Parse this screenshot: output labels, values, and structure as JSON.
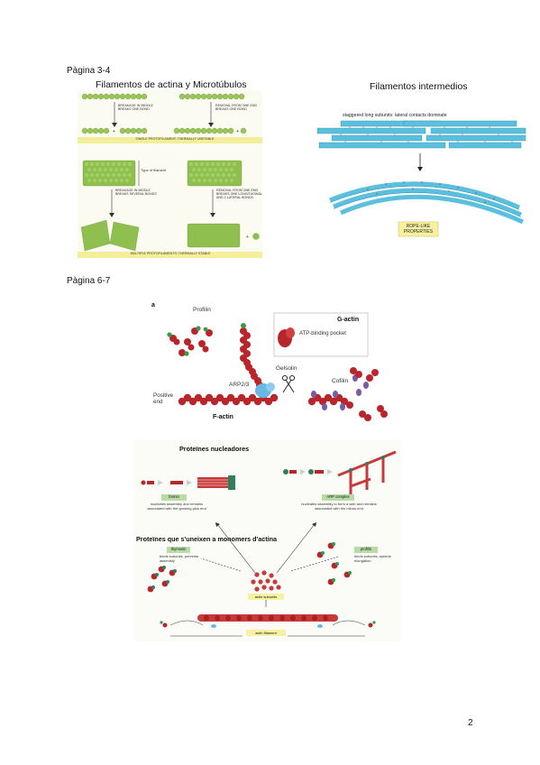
{
  "sections": {
    "page34_label": "Pàgina 3-4",
    "page67_label": "Pàgina 6-7",
    "page_number": "2"
  },
  "fig_actin_microtubules": {
    "title": "Filamentos de actina y Microtúbulos",
    "label_breakage": "BREAKAGE IN MIDDLE BREAKS ONE BOND",
    "label_removal_end": "REMOVAL FROM ONE END BREAKS ONE BOND",
    "band_single": "SINGLE PROTOFILAMENT: THERMALLY UNSTABLE",
    "label_type": "Type of filament",
    "label_breakage_multi": "BREAKAGE IN MIDDLE BREAKS SEVERAL BONDS",
    "label_removal_multi": "REMOVAL FROM ONE END BREAKS ONE LONGITUDINAL AND 2 LATERAL BONDS",
    "band_multiple": "MULTIPLE PROTOFILAMENTS: THERMALLY STABLE"
  },
  "fig_intermediate": {
    "title": "Filamentos intermedios",
    "header": "staggered long subunits: lateral contacts dominate",
    "box_label": "ROPE-LIKE PROPERTIES"
  },
  "fig_actin_a": {
    "panel_letter": "a",
    "profilin": "Profilin",
    "g_actin": "G-actin",
    "atp_pocket": "ATP-binding pocket",
    "gelsolin": "Gelsolin",
    "cofilin": "Cofilin",
    "arp23": "ARP2/3",
    "positive_end": "Positive end",
    "f_actin": "F-actin"
  },
  "fig_nucleators": {
    "title": "Proteïnes nucleadores",
    "formin_label": "formin",
    "formin_desc": "nucleates assembly and remains associated with the growing plus end",
    "arp_label": "ARP complex",
    "arp_desc": "nucleates assembly to form a web and remains associated with the minus end",
    "monomer_title": "Proteïnes que s'uneixen a monomers d'actina",
    "thymosin_label": "thymosin",
    "thymosin_desc": "binds subunits, prevents assembly",
    "profilin_label": "profilin",
    "profilin_desc": "binds subunits, speeds elongation",
    "subunits_label": "actin subunits",
    "filament_label": "actin filament"
  },
  "colors": {
    "actin_red": "#b8262b",
    "bead_green": "#9bc45a",
    "band_yellow": "#f4ee9a",
    "if_blue": "#5bc0de",
    "label_green": "#b9dba6",
    "label_yellow": "#f8f2a0",
    "arp_blue": "#69b8e3",
    "cofilin_purple": "#7a5aa8"
  }
}
